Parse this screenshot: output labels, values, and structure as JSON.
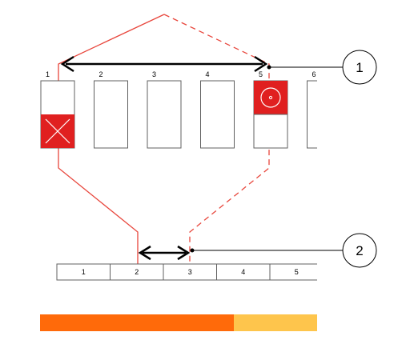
{
  "colors": {
    "accent_red": "#e02020",
    "line_red": "#e8463c",
    "box_border": "#606060",
    "arrow": "#000000",
    "progress_done": "#ff6a0a",
    "progress_remaining": "#fec54c"
  },
  "top_slots": [
    {
      "label": "1",
      "state": "removed",
      "icon": "cross-icon"
    },
    {
      "label": "2",
      "state": "empty"
    },
    {
      "label": "3",
      "state": "empty"
    },
    {
      "label": "4",
      "state": "empty"
    },
    {
      "label": "5",
      "state": "target",
      "icon": "target-circle-icon"
    },
    {
      "label": "6",
      "state": "empty"
    }
  ],
  "bottom_slots": [
    {
      "label": "1"
    },
    {
      "label": "2"
    },
    {
      "label": "3"
    },
    {
      "label": "4"
    },
    {
      "label": "5"
    }
  ],
  "callouts": [
    {
      "label": "1"
    },
    {
      "label": "2"
    }
  ],
  "progress": {
    "fraction": 0.7
  }
}
